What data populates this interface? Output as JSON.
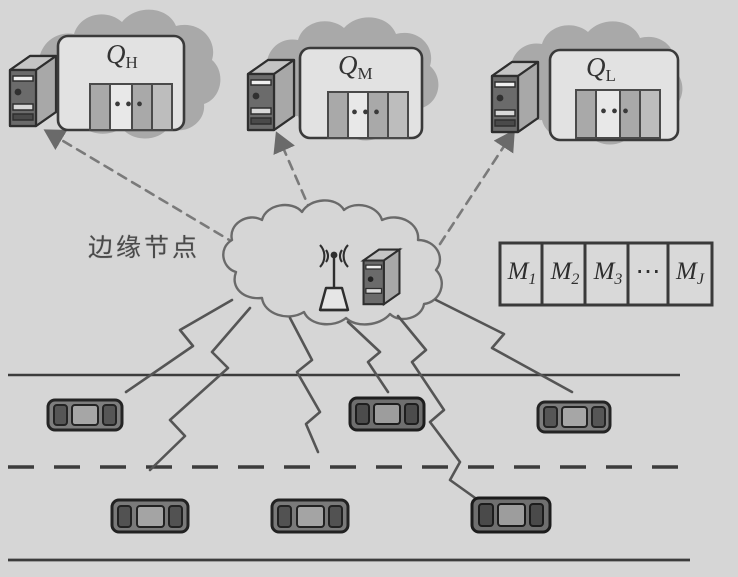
{
  "figure": {
    "title": "Edge node task offloading with vehicular network",
    "background_color": "#d6d6d6",
    "cloud_color": "#a9a9a9",
    "line_color": "#3c3c3c"
  },
  "edge_node": {
    "label": "边缘节点",
    "cloud_icons": [
      {
        "name": "wireless-access-point-icon",
        "label": "wireless-access-point"
      },
      {
        "name": "edge-server-icon",
        "label": "edge-server"
      }
    ]
  },
  "remote_clouds": [
    {
      "id": "cloud-high",
      "queue_label": "Q",
      "queue_subscript": "H",
      "queue_cells_dots": "•••",
      "server_icon": "server-tower-icon"
    },
    {
      "id": "cloud-medium",
      "queue_label": "Q",
      "queue_subscript": "M",
      "queue_cells_dots": "•••",
      "server_icon": "server-tower-icon"
    },
    {
      "id": "cloud-low",
      "queue_label": "Q",
      "queue_subscript": "L",
      "queue_cells_dots": "•••",
      "server_icon": "server-tower-icon"
    }
  ],
  "task_queue": {
    "name": "task-queue-M",
    "cells": [
      {
        "label": "M",
        "subscript": "1"
      },
      {
        "label": "M",
        "subscript": "2"
      },
      {
        "label": "M",
        "subscript": "3"
      },
      {
        "label": "⋯",
        "subscript": ""
      },
      {
        "label": "M",
        "subscript": "J"
      }
    ]
  },
  "road": {
    "lanes": 2,
    "upper_lane_vehicles": 3,
    "lower_lane_vehicles": 3,
    "boundary_style": "solid",
    "center_divider_style": "dashed"
  },
  "links": {
    "uplink_style": "dashed-arrow",
    "uplink_count": 3,
    "wireless_link_style": "lightning-bolt",
    "wireless_link_count": 6
  }
}
